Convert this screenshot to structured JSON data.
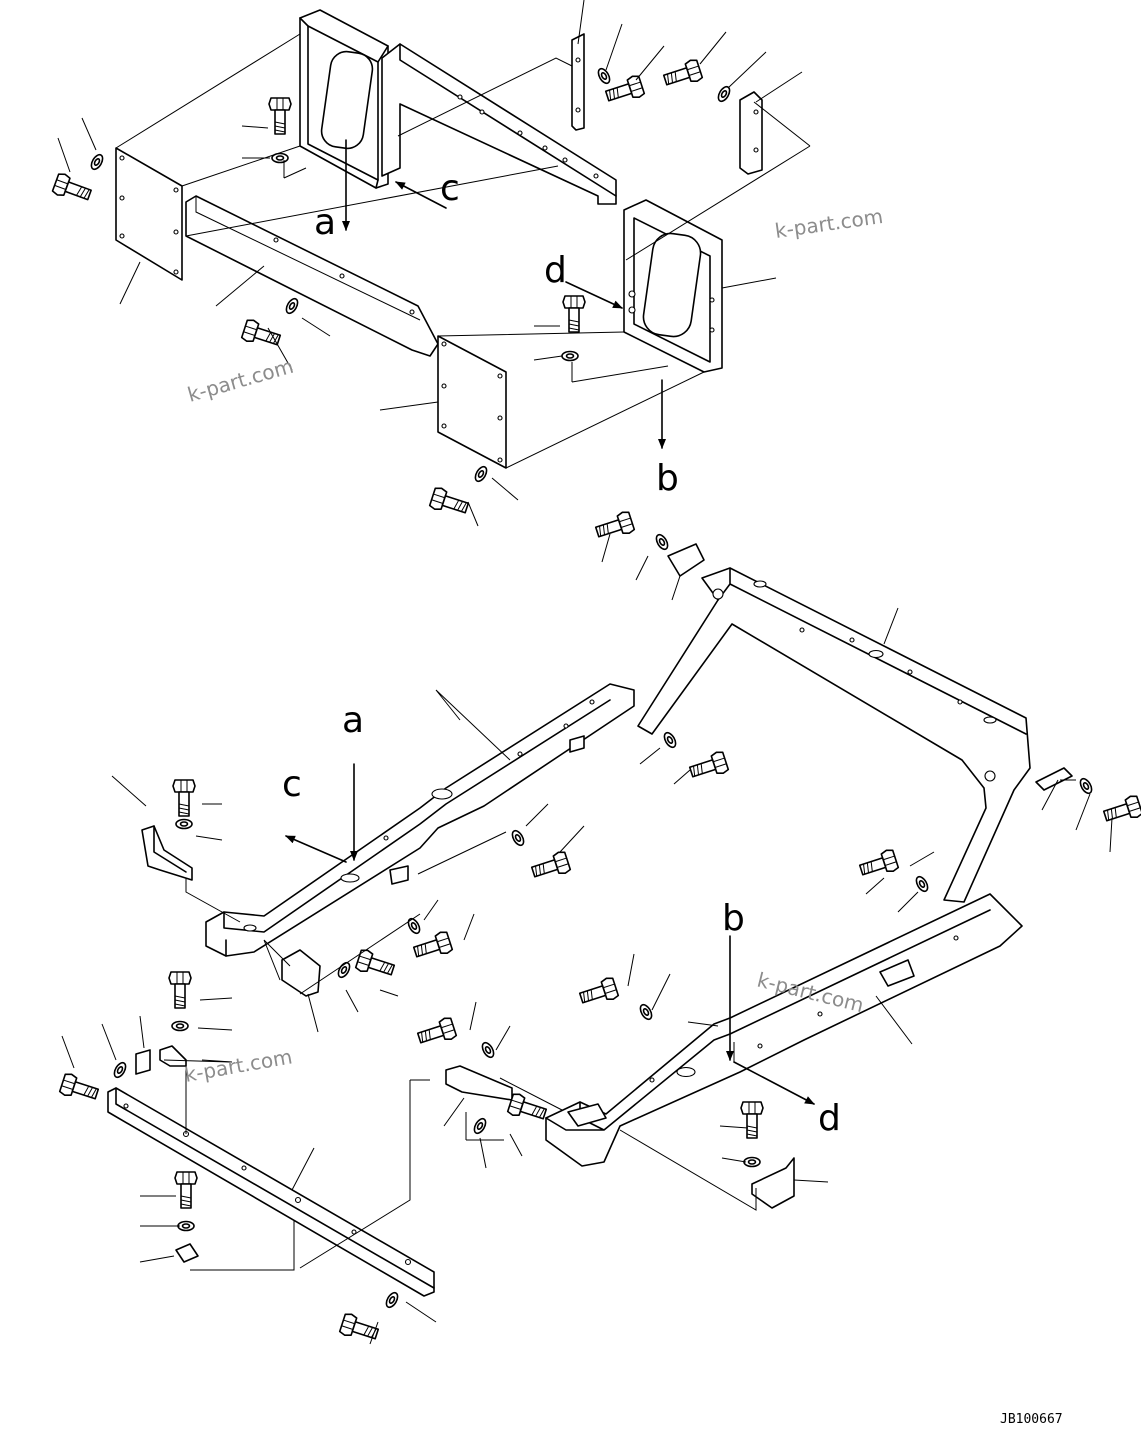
{
  "callouts": {
    "a_top": "a",
    "c_top": "c",
    "d_top": "d",
    "b_top": "b",
    "a_bottom": "a",
    "c_bottom": "c",
    "b_bottom": "b",
    "d_bottom": "d"
  },
  "watermarks": [
    "k-part.com",
    "k-part.com",
    "k-part.com",
    "k-part.com"
  ],
  "drawing_number": "JB100667"
}
